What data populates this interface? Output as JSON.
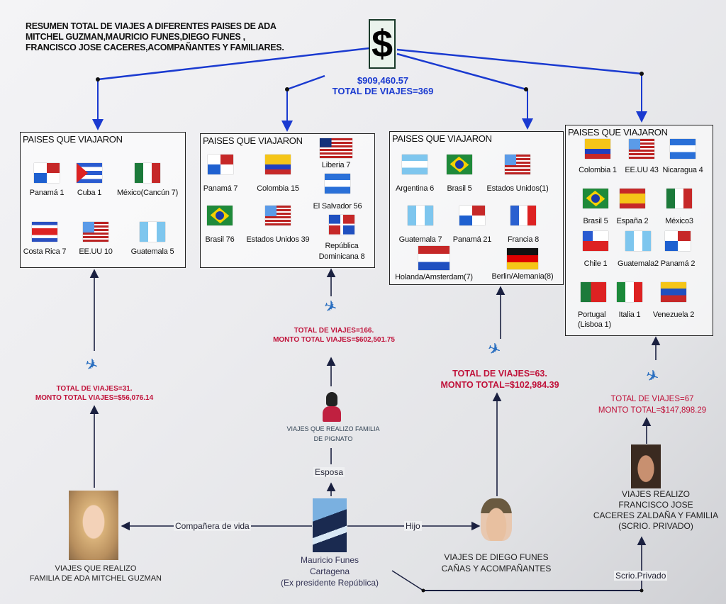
{
  "title": [
    "RESUMEN TOTAL DE VIAJES A DIFERENTES PAISES DE ADA",
    "MITCHEL GUZMAN,MAURICIO FUNES,DIEGO FUNES ,",
    "FRANCISCO JOSE CACERES,ACOMPAÑANTES Y FAMILIARES."
  ],
  "top": {
    "icon": "dollar-icon",
    "symbol": "$",
    "amount": "$909,460.57",
    "total": "TOTAL DE VIAJES=369"
  },
  "boxes": [
    {
      "title": "PAISES QUE VIAJARON",
      "items": [
        {
          "flag": "panama",
          "label": "Panamá 1"
        },
        {
          "flag": "cuba",
          "label": "Cuba 1"
        },
        {
          "flag": "mexico",
          "label": "México(Cancún 7)"
        },
        {
          "flag": "costa-rica",
          "label": "Costa Rica 7"
        },
        {
          "flag": "usa",
          "label": "EE.UU 10"
        },
        {
          "flag": "guatemala",
          "label": "Guatemala 5"
        }
      ]
    },
    {
      "title": "PAISES QUE VIAJARON",
      "items": [
        {
          "flag": "panama",
          "label": "Panamá 7"
        },
        {
          "flag": "colombia",
          "label": "Colombia 15"
        },
        {
          "flag": "liberia",
          "label": "Liberia 7"
        },
        {
          "flag": "el-salvador",
          "label": "El Salvador 56"
        },
        {
          "flag": "brazil",
          "label": "Brasil 76"
        },
        {
          "flag": "usa",
          "label": "Estados Unidos 39"
        },
        {
          "flag": "dominican-republic",
          "label": "República",
          "label2": "Dominicana 8"
        }
      ]
    },
    {
      "title": "PAISES QUE VIAJARON",
      "items": [
        {
          "flag": "argentina",
          "label": "Argentina 6"
        },
        {
          "flag": "brazil",
          "label": "Brasil 5"
        },
        {
          "flag": "usa",
          "label": "Estados Unidos(1)"
        },
        {
          "flag": "guatemala",
          "label": "Guatemala 7"
        },
        {
          "flag": "panama",
          "label": "Panamá 21"
        },
        {
          "flag": "france",
          "label": "Francia 8"
        },
        {
          "flag": "netherlands",
          "label": "Holanda/Amsterdam(7)"
        },
        {
          "flag": "germany",
          "label": "Berlin/Alemania(8)"
        }
      ]
    },
    {
      "title": "PAISES QUE VIAJARON",
      "items": [
        {
          "flag": "colombia",
          "label": "Colombia 1"
        },
        {
          "flag": "usa",
          "label": "EE.UU 43"
        },
        {
          "flag": "nicaragua",
          "label": "Nicaragua 4"
        },
        {
          "flag": "brazil",
          "label": "Brasil 5"
        },
        {
          "flag": "spain",
          "label": "España 2"
        },
        {
          "flag": "mexico",
          "label": "México3"
        },
        {
          "flag": "chile",
          "label": "Chile 1"
        },
        {
          "flag": "guatemala",
          "label": "Guatemala2"
        },
        {
          "flag": "panama",
          "label": "Panamá 2"
        },
        {
          "flag": "portugal",
          "label": "Portugal",
          "label2": "(Lisboa 1)"
        },
        {
          "flag": "italy",
          "label": "Italia 1"
        },
        {
          "flag": "venezuela",
          "label": "Venezuela 2"
        }
      ]
    }
  ],
  "totals": [
    {
      "line1": "TOTAL DE VIAJES=31.",
      "line2": "MONTO TOTAL VIAJES=$56,076.14"
    },
    {
      "line1": "TOTAL DE VIAJES=166.",
      "line2": "MONTO TOTAL VIAJES=$602,501.75"
    },
    {
      "line1": "TOTAL DE VIAJES=63.",
      "line2": "MONTO TOTAL=$102,984.39"
    },
    {
      "line1": "TOTAL DE VIAJES=67",
      "line2": "MONTO TOTAL=$147,898.29"
    }
  ],
  "people": {
    "ada": {
      "line1": "VIAJES QUE REALIZO",
      "line2": "FAMILIA DE ADA MITCHEL GUZMAN"
    },
    "pignato": {
      "line1": "VIAJES QUE REALIZO  FAMILIA",
      "line2": "DE PIGNATO"
    },
    "mauricio": {
      "line1": "Mauricio Funes",
      "line2": "Cartagena",
      "line3": "(Ex presidente República)"
    },
    "diego": {
      "line1": "VIAJES DE DIEGO FUNES",
      "line2": "CAÑAS Y ACOMPAÑANTES"
    },
    "caceres": {
      "line1": "VIAJES REALIZO",
      "line2": "FRANCISCO JOSE",
      "line3": "CACERES ZALDAÑA Y FAMILIA",
      "line4": "(SCRIO. PRIVADO)"
    }
  },
  "relations": {
    "companera": "Compañera de vida",
    "hijo": "Hijo",
    "esposa": "Esposa",
    "secretario": "Scrio.Privado"
  },
  "colors": {
    "line": "#1a3ad0",
    "money": "#c0123a",
    "arrow": "#1a2040"
  }
}
